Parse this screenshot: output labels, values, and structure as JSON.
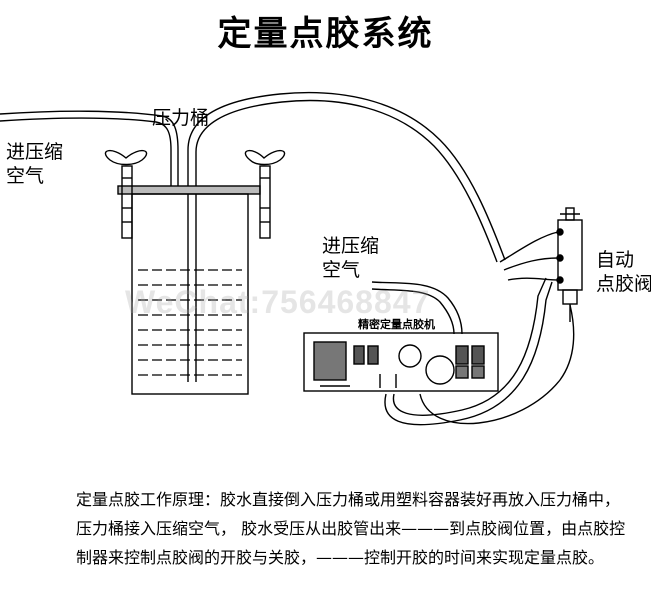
{
  "title": "定量点胶系统",
  "labels": {
    "pressure_tank": "压力桶",
    "air_inlet_left": "进压缩\n空气",
    "air_inlet_right": "进压缩\n空气",
    "auto_valve": "自动\n点胶阀",
    "controller": "精密定量点胶机"
  },
  "watermark": "WeChat:756468847",
  "description": "定量点胶工作原理：胶水直接倒入压力桶或用塑料容器装好再放入压力桶中，压力桶接入压缩空气， 胶水受压从出胶管出来———到点胶阀位置，由点胶控制器来控制点胶阀的开胶与关胶，———控制开胶的时间来实现定量点胶。"
}
